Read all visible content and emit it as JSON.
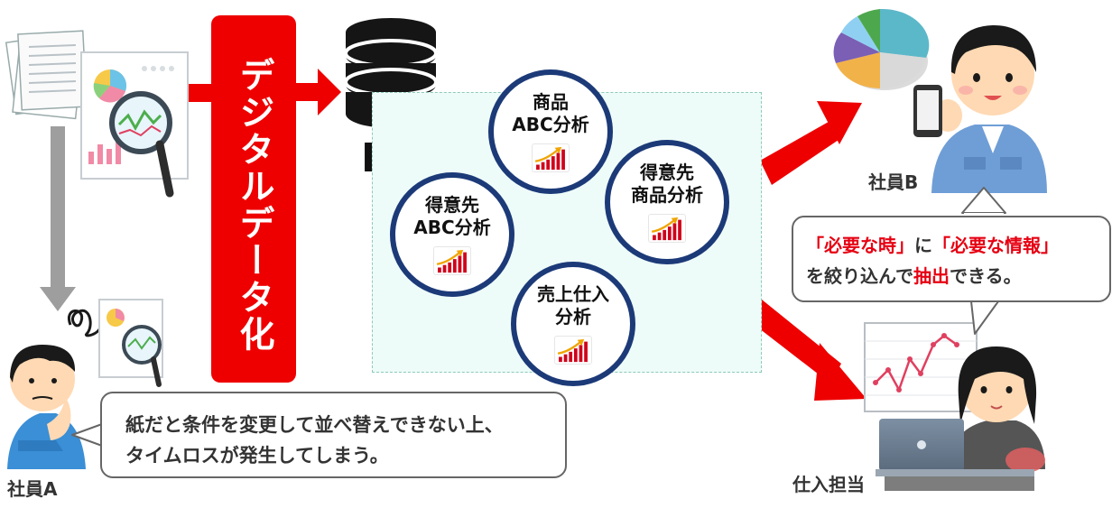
{
  "banner": {
    "text": "デジタルデータ化"
  },
  "db": {
    "label": "DB"
  },
  "analyses": [
    {
      "label": "商品\nABC分析"
    },
    {
      "label": "得意先\n商品分析"
    },
    {
      "label": "得意先\nABC分析"
    },
    {
      "label": "売上仕入\n分析"
    }
  ],
  "people": {
    "employee_a": "社員A",
    "employee_b": "社員B",
    "purchasing": "仕入担当"
  },
  "bubble_a": {
    "line1": "紙だと条件を変更して並べ替えできない上、",
    "line2": "タイムロスが発生してしまう。"
  },
  "bubble_b": {
    "open1": "「",
    "em1": "必要な時",
    "close1": "」",
    "mid": "に",
    "open2": "「",
    "em2": "必要な情報",
    "close2": "」",
    "pre3": "を絞り込んで",
    "em3": "抽出",
    "post3": "できる。"
  },
  "colors": {
    "accent_red": "#ee0000",
    "circle_border": "#1c3a78",
    "panel_bg": "#eefcf9"
  },
  "icons": [
    "document-stack-icon",
    "report-magnifier-icon",
    "database-icon",
    "growth-chart-icon",
    "pie-chart-icon",
    "smartphone-icon",
    "laptop-icon",
    "line-chart-board-icon",
    "confused-scribble-icon"
  ]
}
